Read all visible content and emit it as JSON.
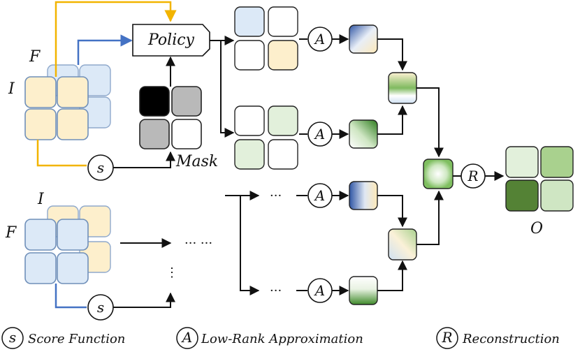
{
  "labels": {
    "policy": "Policy",
    "mask": "Mask",
    "f_top": "F",
    "i_top": "I",
    "i_bottom": "I",
    "f_bottom": "F",
    "output": "O",
    "ellipsis": "···",
    "ellipsis_wide": "··· ···",
    "ellipsis_vertical": "⋮"
  },
  "symbols": {
    "score": "s",
    "approx": "A",
    "recon": "R"
  },
  "legend": {
    "score_function": "Score Function",
    "low_rank": "Low-Rank Approximation",
    "reconstruction": "Reconstruction"
  },
  "colors": {
    "yellow_tile": "#fdefcc",
    "blue_tile": "#dce9f7",
    "green_light": "#e2f0db",
    "green_mid": "#a9d18e",
    "green_dark": "#548235",
    "arrow_yellow": "#f2b400",
    "arrow_blue": "#4472c4",
    "mask_black": "#000000",
    "mask_gray": "#b9b9b9"
  }
}
